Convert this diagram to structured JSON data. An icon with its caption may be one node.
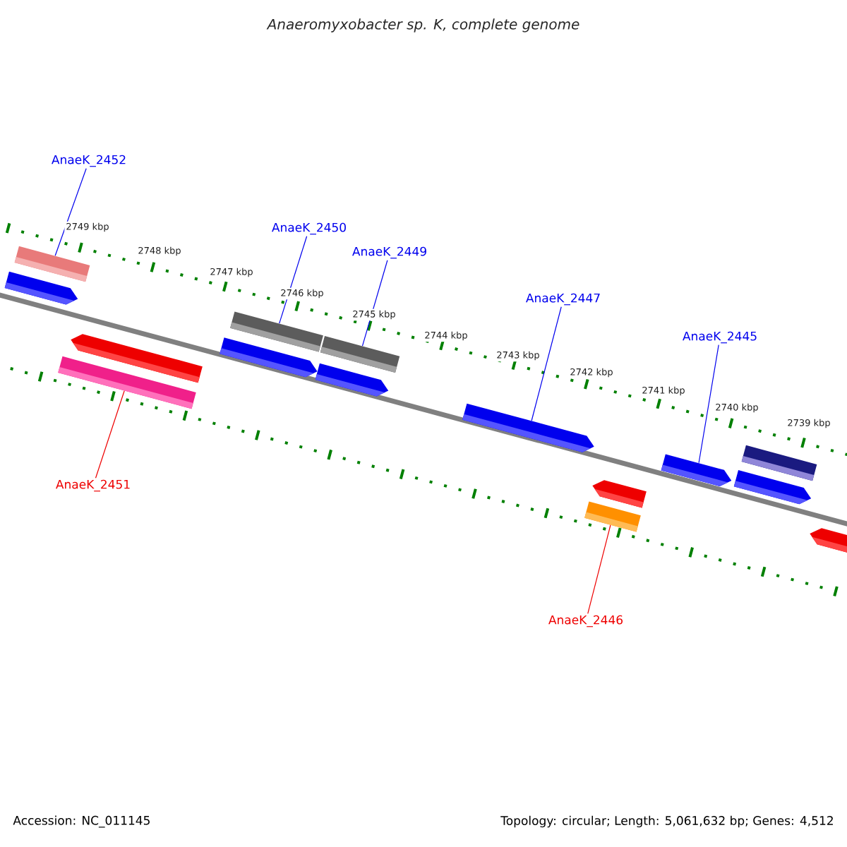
{
  "diagram": {
    "title": "Anaeromyxobacter sp. K, complete genome",
    "nodes": [
      {
        "text": [
          "AnaeK_2452"
        ]
      },
      {
        "text": [
          "AnaeK_2450"
        ]
      },
      {
        "text": [
          "AnaeK_2449"
        ]
      },
      {
        "text": [
          "AnaeK_2447"
        ]
      },
      {
        "text": [
          "AnaeK_2445"
        ]
      },
      {
        "text": [
          "AnaeK_2451"
        ]
      },
      {
        "text": [
          "AnaeK_2446"
        ]
      },
      {
        "text": [],
        "shape": "arrow"
      },
      {
        "text": [],
        "shape": "bar"
      },
      {
        "text": [],
        "shape": "bar"
      },
      {
        "text": [],
        "shape": "arrow"
      },
      {
        "text": [],
        "shape": "arrow"
      },
      {
        "text": [],
        "shape": "bar"
      },
      {
        "text": [],
        "shape": "arrow"
      },
      {
        "text": [],
        "shape": "bar"
      },
      {
        "text": [],
        "shape": "arrow"
      },
      {
        "text": [],
        "shape": "bar"
      },
      {
        "text": [],
        "shape": "arrow"
      },
      {
        "text": [],
        "shape": "arrow"
      },
      {
        "text": [],
        "shape": "arrow"
      },
      {
        "text": [],
        "shape": "bar"
      },
      {
        "text": [],
        "shape": "arrow"
      }
    ],
    "edges": [
      {
        "from": 0,
        "to": 8,
        "arrow": "none"
      },
      {
        "from": 1,
        "to": 12,
        "arrow": "none"
      },
      {
        "from": 2,
        "to": 14,
        "arrow": "none"
      },
      {
        "from": 3,
        "to": 15,
        "arrow": "none"
      },
      {
        "from": 4,
        "to": 18,
        "arrow": "none"
      },
      {
        "from": 5,
        "to": 9,
        "arrow": "none",
        "color": "#ee0000"
      },
      {
        "from": 6,
        "to": 16,
        "arrow": "none",
        "color": "#ee0000"
      }
    ],
    "labels": [
      "2749 kbp",
      "2748 kbp",
      "2747 kbp",
      "2746 kbp",
      "2745 kbp",
      "2744 kbp",
      "2743 kbp",
      "2742 kbp",
      "2741 kbp",
      "2740 kbp",
      "2739 kbp",
      "Accession: NC_011145",
      "Topology: circular; Length: 5,061,632 bp; Genes: 4,512"
    ]
  }
}
